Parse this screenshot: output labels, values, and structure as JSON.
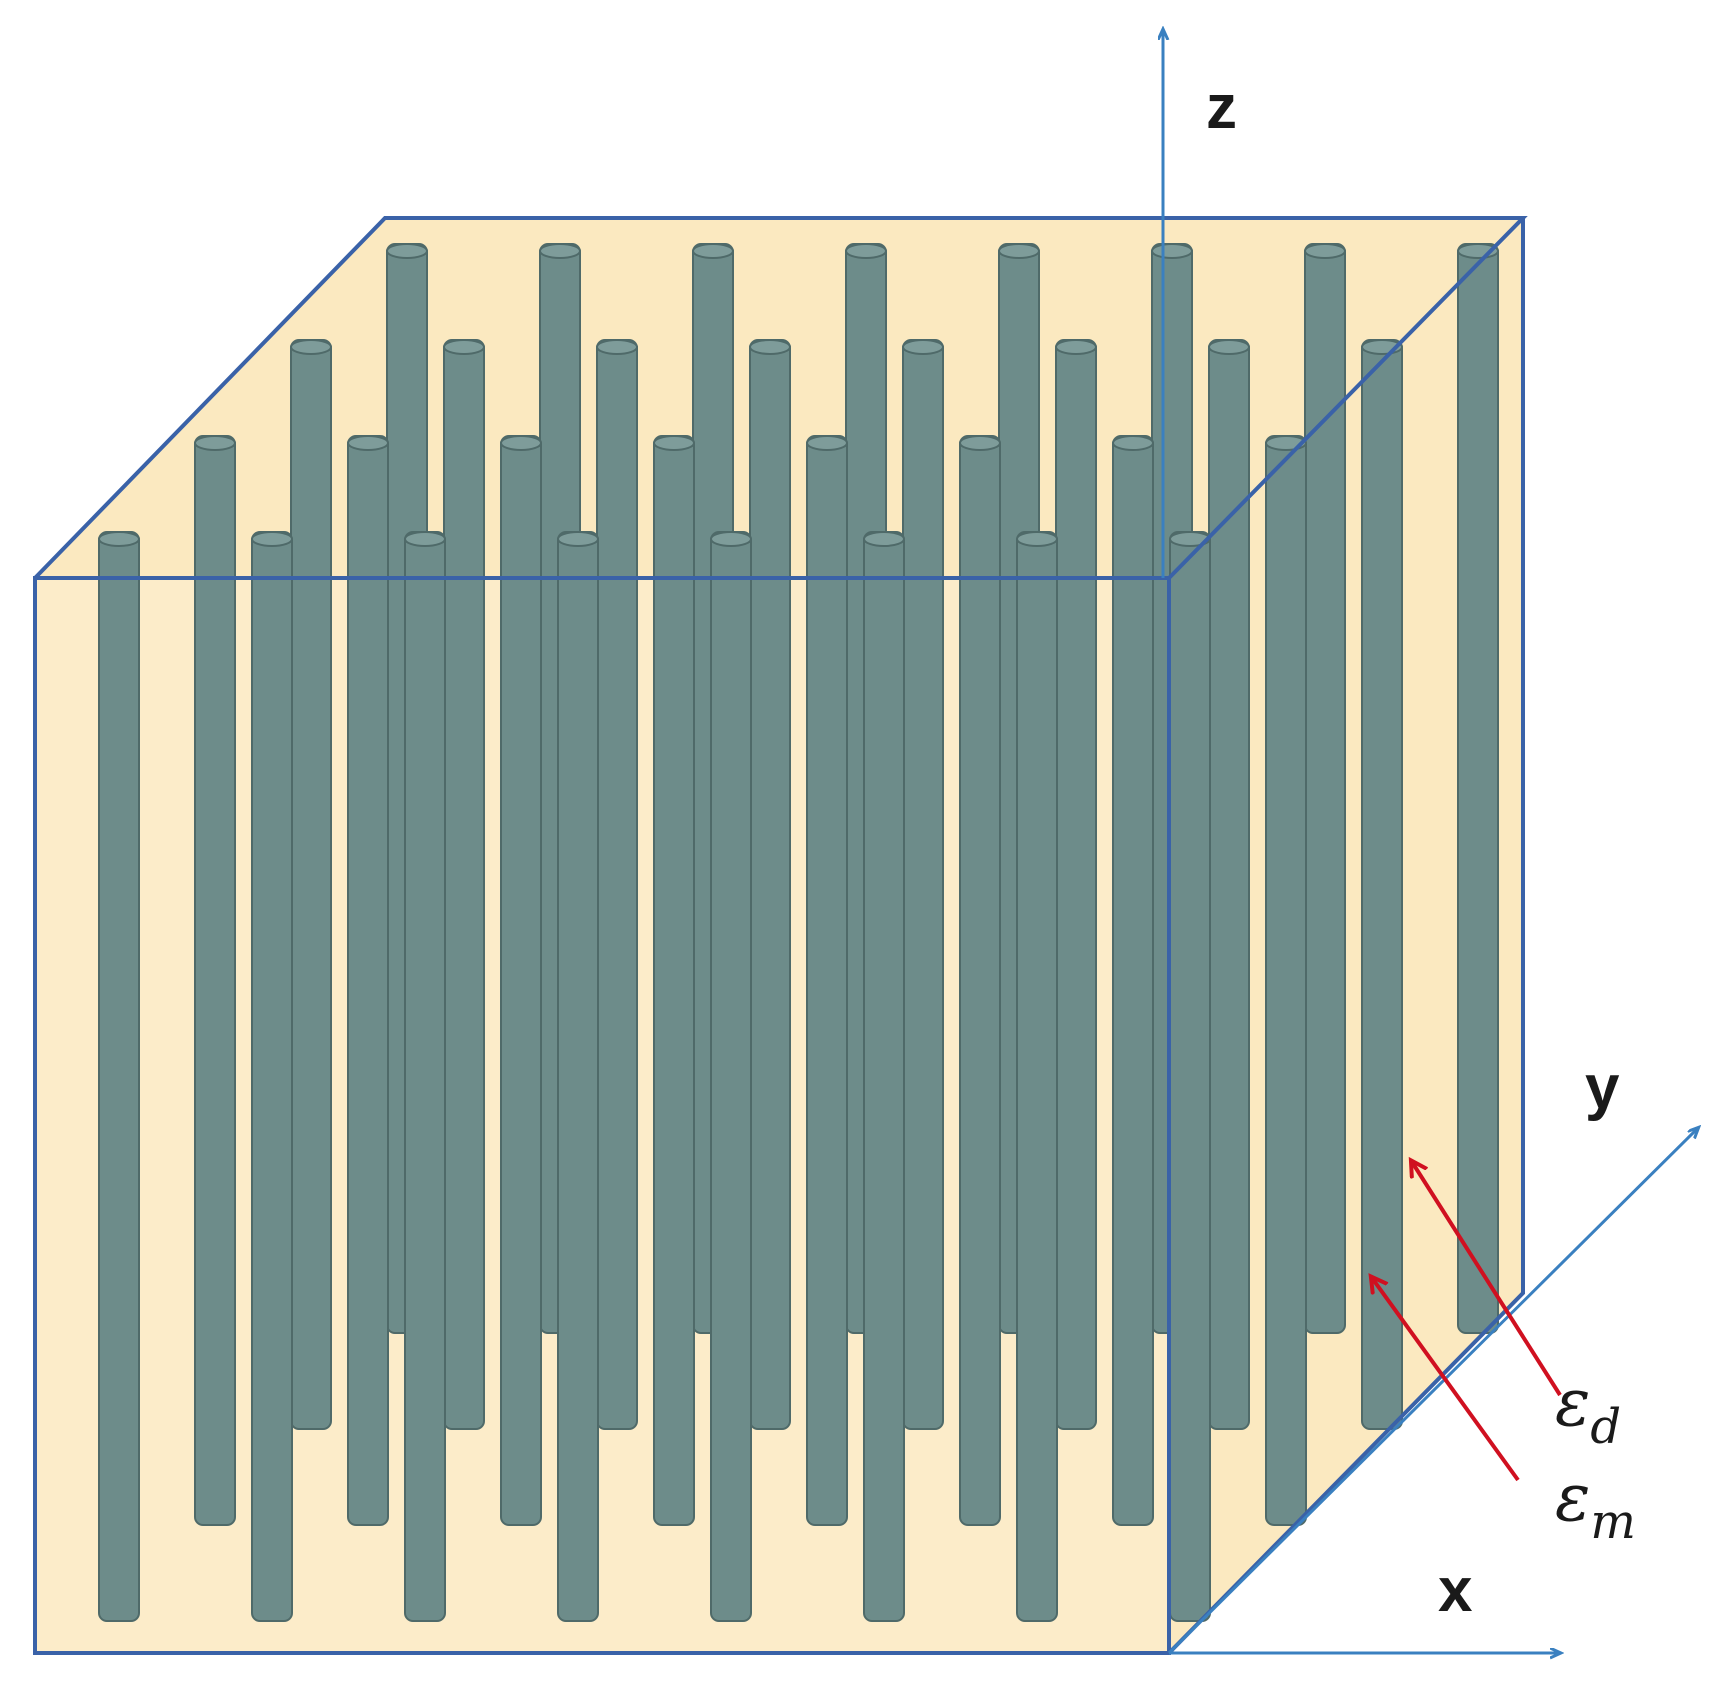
{
  "axes": {
    "x": "x",
    "y": "y",
    "z": "z"
  },
  "labels": {
    "dielectric": {
      "symbol": "ε",
      "subscript": "d"
    },
    "metal": {
      "symbol": "ε",
      "subscript": "m"
    }
  },
  "colors": {
    "matrix_fill": "#fbe9c0",
    "rod_fill": "#6d8c8a",
    "rod_stroke": "#4f6a69",
    "box_edge": "#3a62a8",
    "axis": "#3a80c0",
    "pointer_arrow": "#d01020"
  },
  "rod_grid": {
    "rows": 4,
    "columns": 8
  }
}
